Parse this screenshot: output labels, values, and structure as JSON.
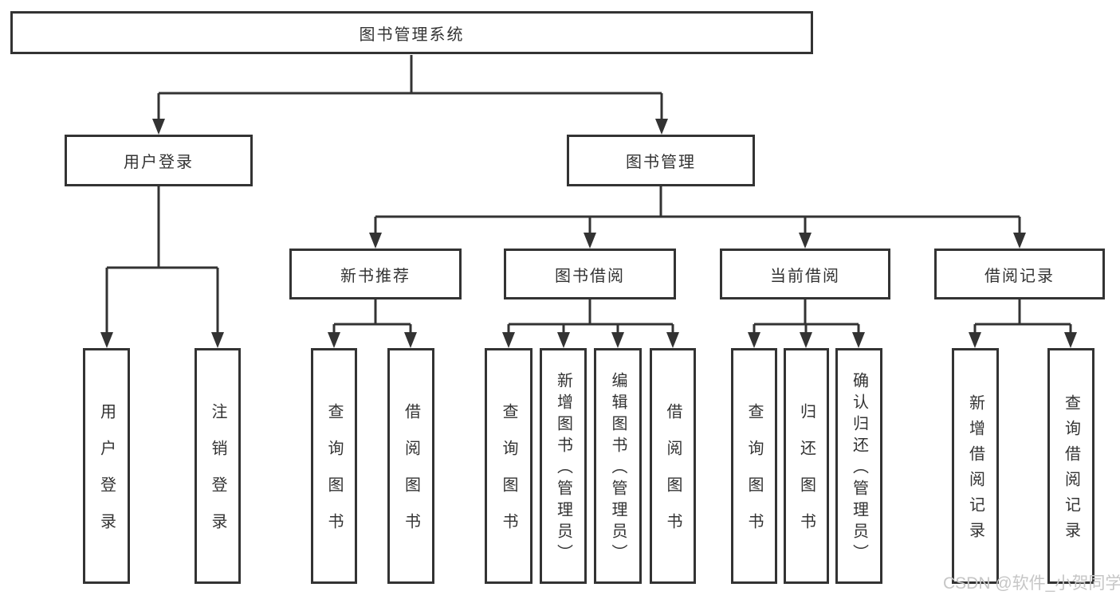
{
  "nodes": {
    "root": "图书管理系统",
    "user_login": "用户登录",
    "book_management": "图书管理",
    "new_book_recommend": "新书推荐",
    "book_borrow": "图书借阅",
    "current_borrow": "当前借阅",
    "borrow_records": "借阅记录",
    "leaf_user_login": "用户登录",
    "leaf_logout": "注销登录",
    "leaf_query_books_1": "查询图书",
    "leaf_borrow_books_1": "借阅图书",
    "leaf_query_books_2": "查询图书",
    "leaf_add_book_admin": "新增图书（管理员）",
    "leaf_edit_book_admin": "编辑图书（管理员）",
    "leaf_borrow_books_2": "借阅图书",
    "leaf_query_books_3": "查询图书",
    "leaf_return_book": "归还图书",
    "leaf_confirm_return_admin": "确认归还（管理员）",
    "leaf_add_borrow_record": "新增借阅记录",
    "leaf_query_borrow_record": "查询借阅记录"
  },
  "watermark": "CSDN @软件_小贺同学",
  "colors": {
    "line": "#333333",
    "box_border": "#333333",
    "box_background": "#ffffff",
    "text": "#333333",
    "watermark": "#c6c6c6",
    "page_background": "#ffffff"
  }
}
